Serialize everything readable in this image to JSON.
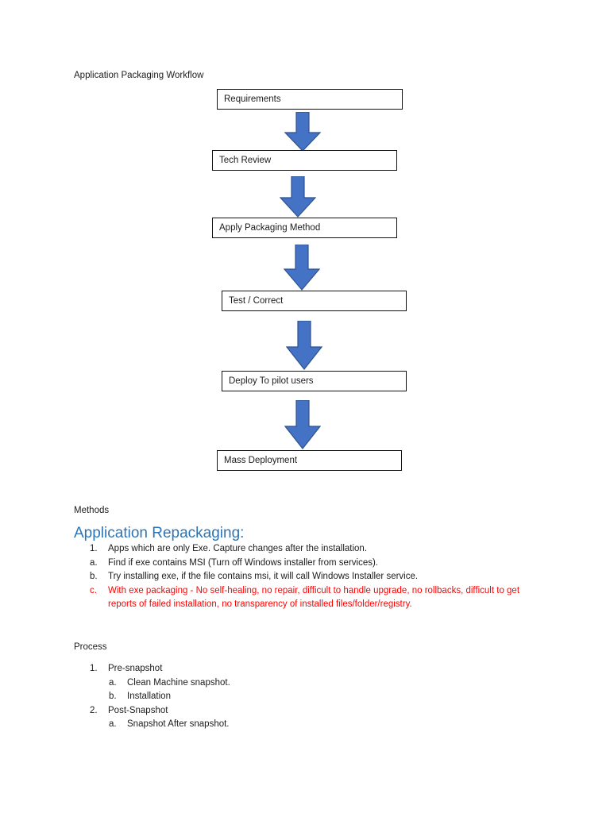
{
  "document": {
    "workflow_title": "Application Packaging Workflow",
    "methods_label": "Methods",
    "repackaging_heading": "Application Repackaging:",
    "process_label": "Process"
  },
  "flowchart": {
    "arrow_color": "#4472c4",
    "arrow_outline_color": "#2f528f",
    "box_border_color": "#111111",
    "steps": [
      {
        "label": "Requirements"
      },
      {
        "label": "Tech Review"
      },
      {
        "label": "Apply Packaging Method"
      },
      {
        "label": "Test / Correct"
      },
      {
        "label": "Deploy To pilot users"
      },
      {
        "label": "Mass Deployment"
      }
    ]
  },
  "repackaging_list": {
    "items": [
      {
        "marker": "1.",
        "text": "Apps which are only Exe. Capture changes after the installation.",
        "color": "#1c1c1c"
      },
      {
        "marker": "a.",
        "text": "Find if exe contains MSI (Turn off Windows installer from services).",
        "color": "#1c1c1c"
      },
      {
        "marker": "b.",
        "text": "Try installing exe, if the file contains msi, it will call Windows Installer service.",
        "color": "#1c1c1c"
      },
      {
        "marker": "c.",
        "text": "With exe packaging - No self-healing, no repair, difficult to handle upgrade, no rollbacks, difficult to get reports of failed installation, no transparency of installed files/folder/registry.",
        "color": "#ff0000"
      }
    ]
  },
  "process_list": {
    "items": [
      {
        "marker": "1.",
        "text": "Pre-snapshot",
        "level": 1
      },
      {
        "marker": "a.",
        "text": "Clean Machine snapshot.",
        "level": 2
      },
      {
        "marker": "b.",
        "text": "Installation",
        "level": 2
      },
      {
        "marker": "2.",
        "text": "Post-Snapshot",
        "level": 1
      },
      {
        "marker": "a.",
        "text": "Snapshot After snapshot.",
        "level": 2
      }
    ]
  }
}
